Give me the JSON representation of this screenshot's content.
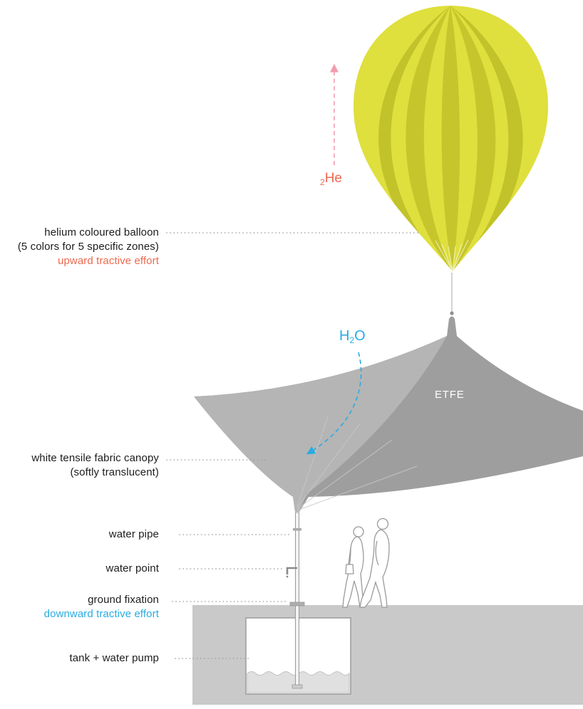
{
  "diagram": {
    "annotations": {
      "balloon_label_1": "helium coloured balloon",
      "balloon_label_2": "(5 colors for 5 specific zones)",
      "balloon_label_3": "upward tractive effort",
      "canopy_label_1": "white tensile fabric canopy",
      "canopy_label_2": "(softly translucent)",
      "water_pipe_label": "water pipe",
      "water_point_label": "water point",
      "fixation_label_1": "ground fixation",
      "fixation_label_2": "downward tractive effort",
      "tank_label": "tank + water pump",
      "membrane_material": "ETFE",
      "helium_sub": "2",
      "helium_symbol": "He",
      "water_h": "H",
      "water_sub": "2",
      "water_o": "O"
    },
    "colors": {
      "upward_effort_text": "#ec6a50",
      "helium_arrow": "#f29cae",
      "downward_effort_text": "#29abe2",
      "water_arrow": "#29abe2",
      "balloon_light": "#dfdf3e",
      "balloon_dark": "#c6c62c",
      "canopy_front": "#b5b5b5",
      "canopy_back": "#9e9e9e",
      "ground": "#c9c9c9"
    }
  }
}
